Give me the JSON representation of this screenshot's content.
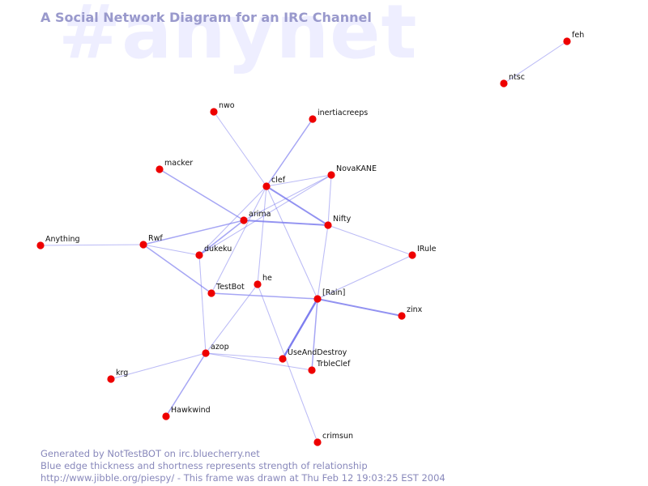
{
  "watermark": "#anynet",
  "title": "A Social Network Diagram for an IRC Channel",
  "footer": {
    "line1": "Generated by NotTestBOT on irc.bluecherry.net",
    "line2": "Blue edge thickness and shortness represents strength of relationship",
    "line3": "http://www.jibble.org/piespy/ - This frame was drawn at Thu Feb 12 19:03:25 EST 2004"
  },
  "colors": {
    "node": "#ee0000",
    "edge": "#7777ee",
    "title": "#9999cc",
    "watermark": "#eeeeff"
  },
  "nodes": [
    {
      "id": "feh",
      "label": "feh"
    },
    {
      "id": "ntsc",
      "label": "ntsc"
    },
    {
      "id": "nwo",
      "label": "nwo"
    },
    {
      "id": "inertiacreeps",
      "label": "inertiacreeps"
    },
    {
      "id": "macker",
      "label": "macker"
    },
    {
      "id": "clef",
      "label": "clef"
    },
    {
      "id": "NovaKANE",
      "label": "NovaKANE"
    },
    {
      "id": "arima",
      "label": "arima"
    },
    {
      "id": "Nifty",
      "label": "Nifty"
    },
    {
      "id": "Anything",
      "label": "Anything"
    },
    {
      "id": "Rwf",
      "label": "Rwf"
    },
    {
      "id": "dukeku",
      "label": "dukeku"
    },
    {
      "id": "IRule",
      "label": "IRule"
    },
    {
      "id": "he",
      "label": "he"
    },
    {
      "id": "TestBot",
      "label": "TestBot"
    },
    {
      "id": "Rain",
      "label": "[Rain]"
    },
    {
      "id": "zinx",
      "label": "zinx"
    },
    {
      "id": "azop",
      "label": "azop"
    },
    {
      "id": "UseAndDestroy",
      "label": "UseAndDestroy"
    },
    {
      "id": "TrbleClef",
      "label": "TrbleClef"
    },
    {
      "id": "krg",
      "label": "krg"
    },
    {
      "id": "Hawkwind",
      "label": "Hawkwind"
    },
    {
      "id": "crimsun",
      "label": "crimsun"
    }
  ],
  "edges": [
    {
      "source": "feh",
      "target": "ntsc",
      "weight": 1
    },
    {
      "source": "nwo",
      "target": "clef",
      "weight": 1
    },
    {
      "source": "inertiacreeps",
      "target": "clef",
      "weight": 2
    },
    {
      "source": "macker",
      "target": "arima",
      "weight": 2
    },
    {
      "source": "clef",
      "target": "NovaKANE",
      "weight": 1
    },
    {
      "source": "clef",
      "target": "Nifty",
      "weight": 3
    },
    {
      "source": "clef",
      "target": "dukeku",
      "weight": 1
    },
    {
      "source": "clef",
      "target": "Rain",
      "weight": 1
    },
    {
      "source": "clef",
      "target": "he",
      "weight": 1
    },
    {
      "source": "clef",
      "target": "TestBot",
      "weight": 1
    },
    {
      "source": "NovaKANE",
      "target": "arima",
      "weight": 1
    },
    {
      "source": "NovaKANE",
      "target": "Nifty",
      "weight": 1
    },
    {
      "source": "NovaKANE",
      "target": "dukeku",
      "weight": 1
    },
    {
      "source": "arima",
      "target": "Nifty",
      "weight": 3
    },
    {
      "source": "arima",
      "target": "Rwf",
      "weight": 2
    },
    {
      "source": "arima",
      "target": "dukeku",
      "weight": 2
    },
    {
      "source": "Nifty",
      "target": "IRule",
      "weight": 1
    },
    {
      "source": "Nifty",
      "target": "Rain",
      "weight": 1
    },
    {
      "source": "Anything",
      "target": "Rwf",
      "weight": 1
    },
    {
      "source": "Rwf",
      "target": "dukeku",
      "weight": 1
    },
    {
      "source": "Rwf",
      "target": "TestBot",
      "weight": 2
    },
    {
      "source": "IRule",
      "target": "Rain",
      "weight": 1
    },
    {
      "source": "TestBot",
      "target": "Rain",
      "weight": 2
    },
    {
      "source": "Rain",
      "target": "zinx",
      "weight": 3
    },
    {
      "source": "Rain",
      "target": "UseAndDestroy",
      "weight": 4
    },
    {
      "source": "Rain",
      "target": "TrbleClef",
      "weight": 2
    },
    {
      "source": "dukeku",
      "target": "azop",
      "weight": 1
    },
    {
      "source": "he",
      "target": "azop",
      "weight": 1
    },
    {
      "source": "he",
      "target": "crimsun",
      "weight": 1
    },
    {
      "source": "azop",
      "target": "UseAndDestroy",
      "weight": 1
    },
    {
      "source": "azop",
      "target": "TrbleClef",
      "weight": 1
    },
    {
      "source": "azop",
      "target": "krg",
      "weight": 1
    },
    {
      "source": "azop",
      "target": "Hawkwind",
      "weight": 2
    }
  ]
}
